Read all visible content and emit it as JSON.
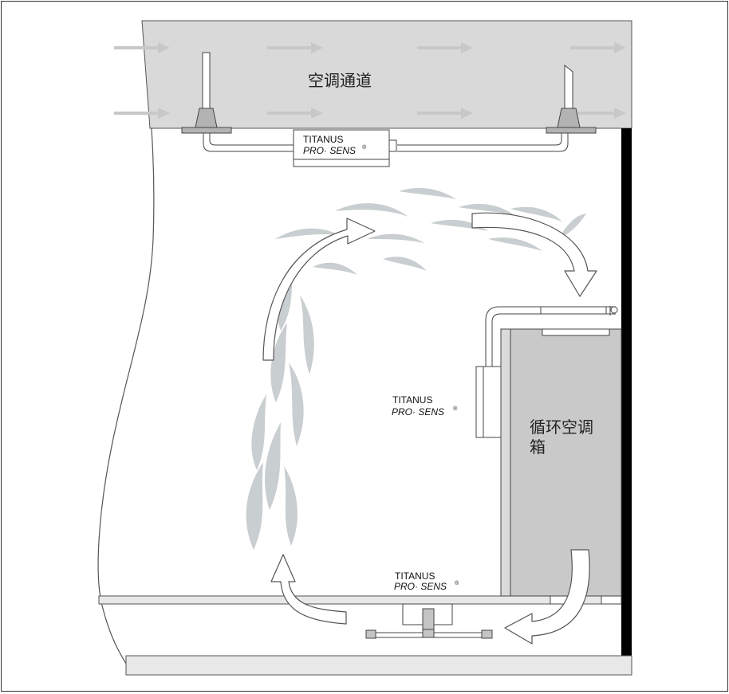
{
  "labels": {
    "duct": "空调通道",
    "cabinet_line1": "循环空调",
    "cabinet_line2": "箱"
  },
  "sensors": [
    {
      "brand": "TITANUS",
      "model": "PRO· SENS",
      "mark": "®"
    },
    {
      "brand": "TITANUS",
      "model": "PRO· SENS",
      "mark": "®"
    },
    {
      "brand": "TITANUS",
      "model": "PRO· SENS",
      "mark": "®"
    }
  ],
  "colors": {
    "duct_fill": "#d9d9d9",
    "cabinet_fill": "#c9c9c9",
    "smoke": "#c4c9cc",
    "arrow_gray": "#c8c8c8",
    "wall": "#000000",
    "outline": "#444444"
  }
}
